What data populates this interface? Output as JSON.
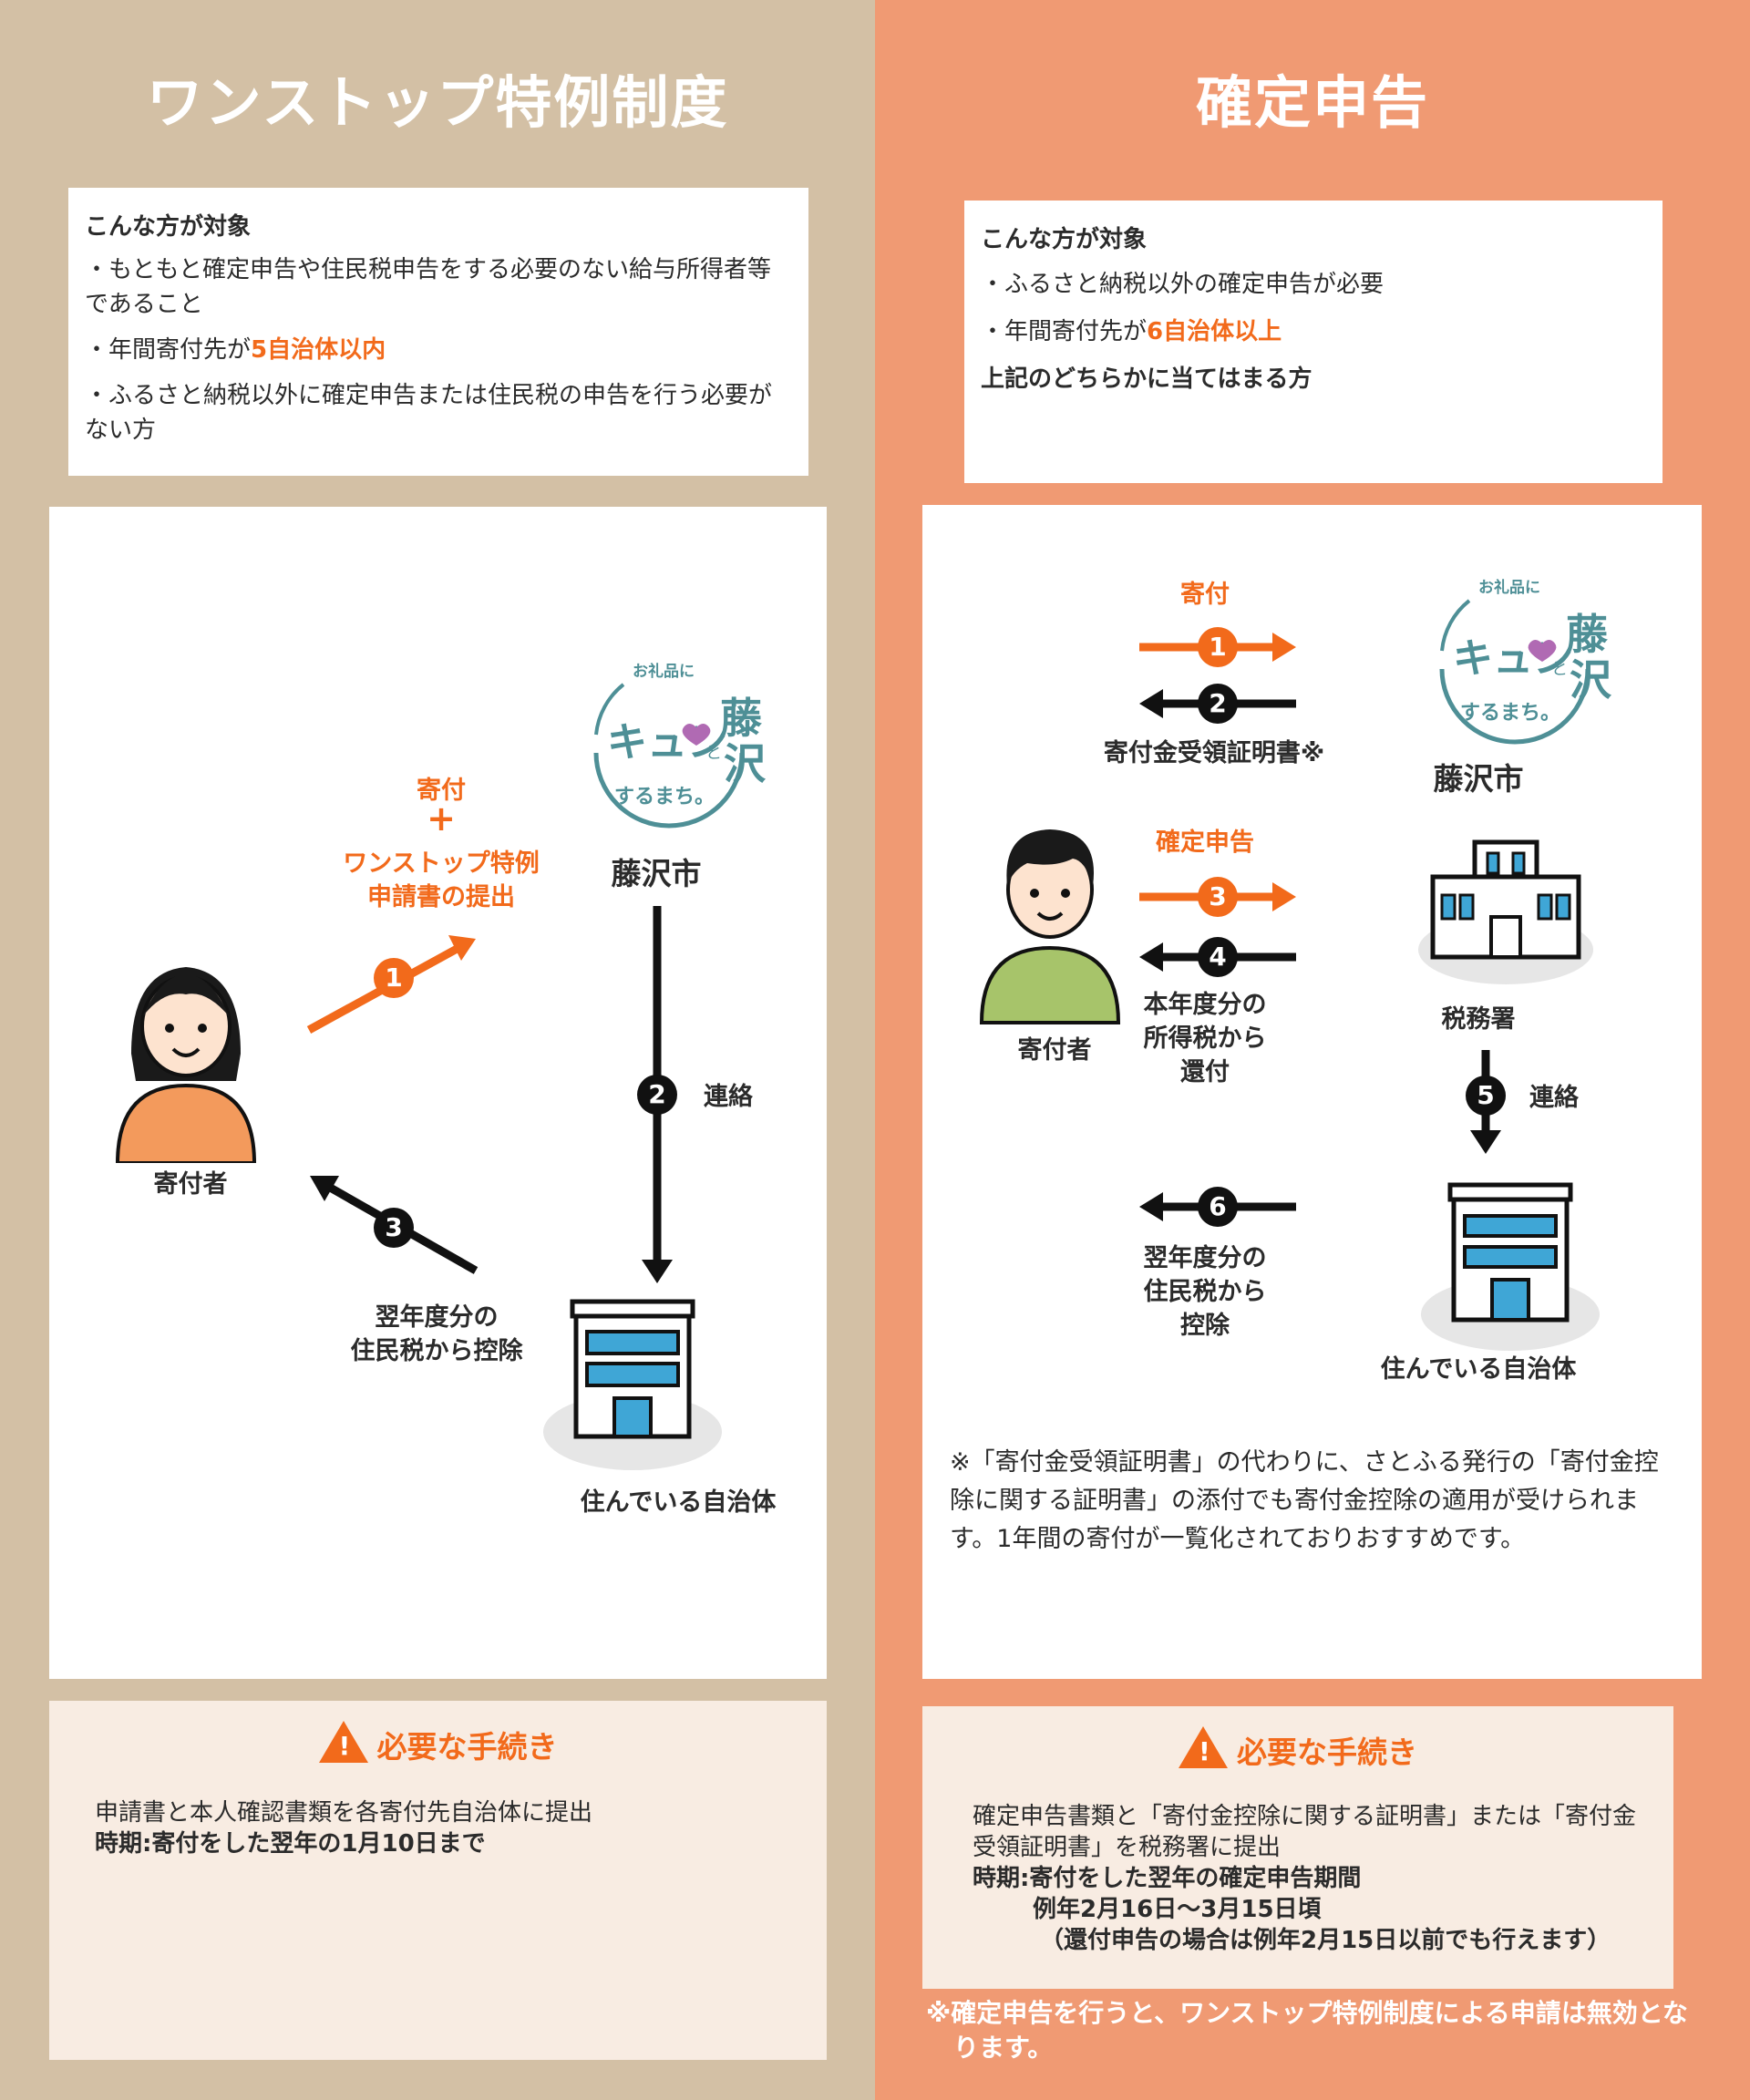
{
  "left": {
    "title": "ワンストップ特例制度",
    "target": {
      "heading": "こんな方が対象",
      "item1": "・もともと確定申告や住民税申告をする必要のない給与所得者等であること",
      "item2_pre": "・年間寄付先が",
      "item2_hl": "5自治体以内",
      "item3": "・ふるさと納税以外に確定申告または住民税の申告を行う必要がない方"
    },
    "diagram": {
      "donation": "寄付",
      "plus": "+",
      "application": "ワンストップ特例\n申請書の提出",
      "city": "藤沢市",
      "contact": "連絡",
      "donor": "寄付者",
      "deduction": "翌年度分の\n住民税から控除",
      "municipality": "住んでいる自治体",
      "steps": [
        "1",
        "2",
        "3"
      ]
    },
    "procedure": {
      "heading": "必要な手続き",
      "line1": "申請書と本人確認書類を各寄付先自治体に提出",
      "line2": "時期:寄付をした翌年の1月10日まで"
    }
  },
  "right": {
    "title": "確定申告",
    "target": {
      "heading": "こんな方が対象",
      "item1": "・ふるさと納税以外の確定申告が必要",
      "item2_pre": "・年間寄付先が",
      "item2_hl": "6自治体以上",
      "summary": "上記のどちらかに当てはまる方"
    },
    "diagram": {
      "donation": "寄付",
      "certificate": "寄付金受領証明書※",
      "city": "藤沢市",
      "tax_return": "確定申告",
      "donor": "寄付者",
      "tax_office": "税務署",
      "refund": "本年度分の\n所得税から\n還付",
      "contact": "連絡",
      "deduction": "翌年度分の\n住民税から\n控除",
      "municipality": "住んでいる自治体",
      "note": "※「寄付金受領証明書」の代わりに、さとふる発行の「寄付金控除に関する証明書」の添付でも寄付金控除の適用が受けられます。1年間の寄付が一覧化されておりおすすめです。",
      "steps": [
        "1",
        "2",
        "3",
        "4",
        "5",
        "6"
      ]
    },
    "procedure": {
      "heading": "必要な手続き",
      "line1": "確定申告書類と「寄付金控除に関する証明書」または「寄付金受領証明書」を税務署に提出",
      "line2": "時期:寄付をした翌年の確定申告期間",
      "line3": "例年2月16日～3月15日頃",
      "line4": "（還付申告の場合は例年2月15日以前でも行えます）"
    },
    "footnote": "※確定申告を行うと、ワンストップ特例制度による申請は無効となります。"
  },
  "logo": {
    "top": "お礼品に",
    "main": "キュン",
    "to": "と",
    "city1": "藤",
    "city2": "沢",
    "bottom": "するまち。"
  },
  "colors": {
    "left_bg": "#d3c0a5",
    "right_bg": "#f09a73",
    "accent": "#f26a1b",
    "logo": "#4e8f96"
  }
}
